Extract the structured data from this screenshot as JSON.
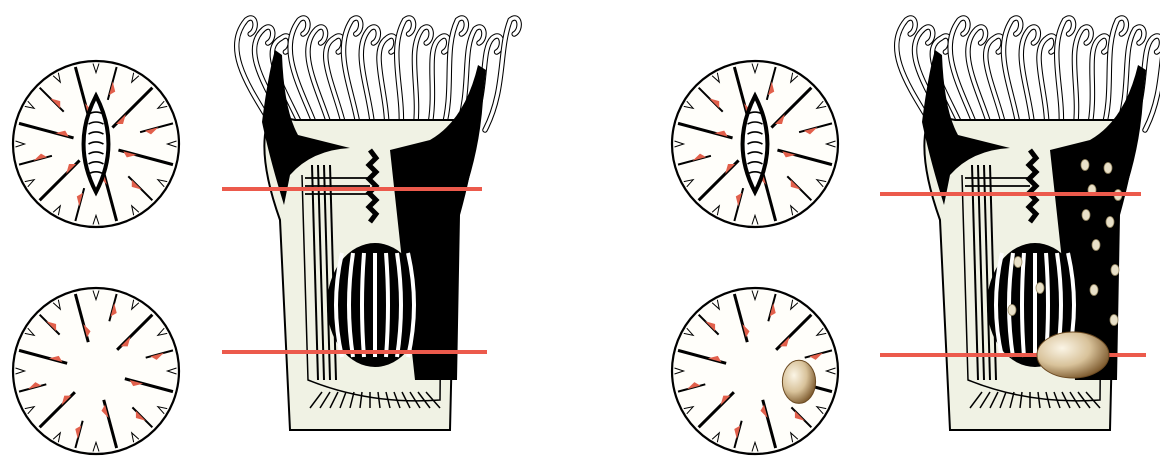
{
  "figure": {
    "panels": [
      {
        "id": "left",
        "has_egg": false
      },
      {
        "id": "right",
        "has_egg": true
      }
    ],
    "colors": {
      "background": "#ffffff",
      "body_fill": "#f0f2e4",
      "ink": "#000000",
      "section_line": "#ec5a4c",
      "muscle_accent": "#e2604c",
      "egg_light": "#f4ead2",
      "egg_dark": "#8c6a3c",
      "gonad_spot": "#e8e0c8"
    },
    "cross_section_levels": [
      "upper",
      "lower"
    ],
    "mesentery_count": 12
  }
}
